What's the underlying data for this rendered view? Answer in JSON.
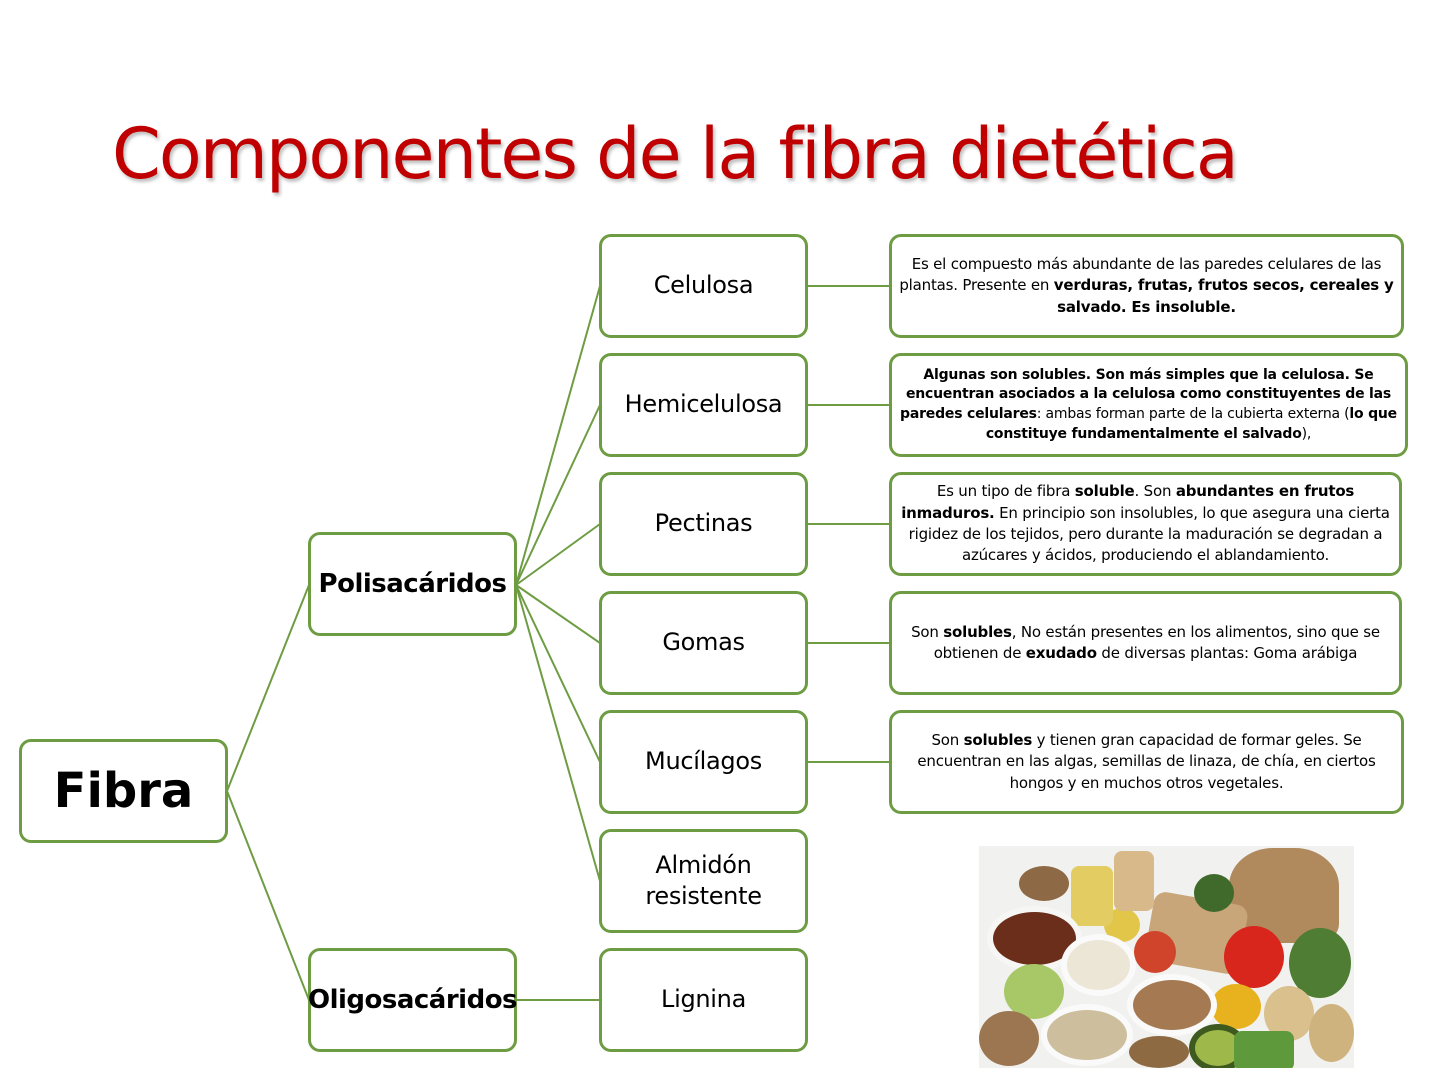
{
  "title": "Componentes de la fibra dietética",
  "colors": {
    "title": "#c00000",
    "border": "#6e9c43",
    "connector": "#6e9c43"
  },
  "root": {
    "label": "Fibra"
  },
  "categories": [
    {
      "id": "polisacaridos",
      "label": "Polisacáridos"
    },
    {
      "id": "oligosacaridos",
      "label": "Oligosacáridos"
    }
  ],
  "components": [
    {
      "label": "Celulosa",
      "parent": "Polisacáridos"
    },
    {
      "label": "Hemicelulosa",
      "parent": "Polisacáridos"
    },
    {
      "label": "Pectinas",
      "parent": "Polisacáridos"
    },
    {
      "label": "Gomas",
      "parent": "Polisacáridos"
    },
    {
      "label": "Mucílagos",
      "parent": "Polisacáridos"
    },
    {
      "label_line1": "Almidón",
      "label_line2": "resistente",
      "parent": "Polisacáridos"
    },
    {
      "label": "Lignina",
      "parent": "Oligosacáridos"
    }
  ],
  "descriptions": [
    {
      "for": "Celulosa",
      "segments": [
        {
          "t": "Es el compuesto más abundante de las paredes celulares de las plantas. Presente en ",
          "b": false
        },
        {
          "t": "verduras, frutas, frutos secos, cereales y salvado. Es insoluble.",
          "b": true
        }
      ]
    },
    {
      "for": "Hemicelulosa",
      "segments": [
        {
          "t": "Algunas son solubles. Son más simples que la celulosa. Se encuentran asociados a la celulosa como constituyentes de las paredes celulares",
          "b": true
        },
        {
          "t": ": ambas forman parte de la cubierta externa (",
          "b": false
        },
        {
          "t": "lo que constituye fundamentalmente el salvado",
          "b": true
        },
        {
          "t": "),",
          "b": false
        }
      ]
    },
    {
      "for": "Pectinas",
      "segments": [
        {
          "t": "Es un tipo de fibra ",
          "b": false
        },
        {
          "t": "soluble",
          "b": true
        },
        {
          "t": ". Son ",
          "b": false
        },
        {
          "t": "abundantes en frutos inmaduros.",
          "b": true
        },
        {
          "t": " En principio son insolubles, lo que asegura una cierta rigidez de los tejidos, pero durante la maduración se degradan a azúcares y ácidos, produciendo el ablandamiento.",
          "b": false
        }
      ]
    },
    {
      "for": "Gomas",
      "segments": [
        {
          "t": "Son ",
          "b": false
        },
        {
          "t": "solubles",
          "b": true
        },
        {
          "t": ", No están presentes en los alimentos, sino que se obtienen de  ",
          "b": false
        },
        {
          "t": "exudado",
          "b": true
        },
        {
          "t": " de diversas plantas:  Goma arábiga",
          "b": false
        }
      ]
    },
    {
      "for": "Mucílagos",
      "segments": [
        {
          "t": "Son ",
          "b": false
        },
        {
          "t": "solubles",
          "b": true
        },
        {
          "t": " y tienen gran capacidad de formar geles. Se encuentran en las algas, semillas de linaza, de chía, en ciertos hongos y en muchos otros vegetales.",
          "b": false
        }
      ]
    }
  ],
  "image": {
    "subject": "high-fiber-foods-photo"
  }
}
